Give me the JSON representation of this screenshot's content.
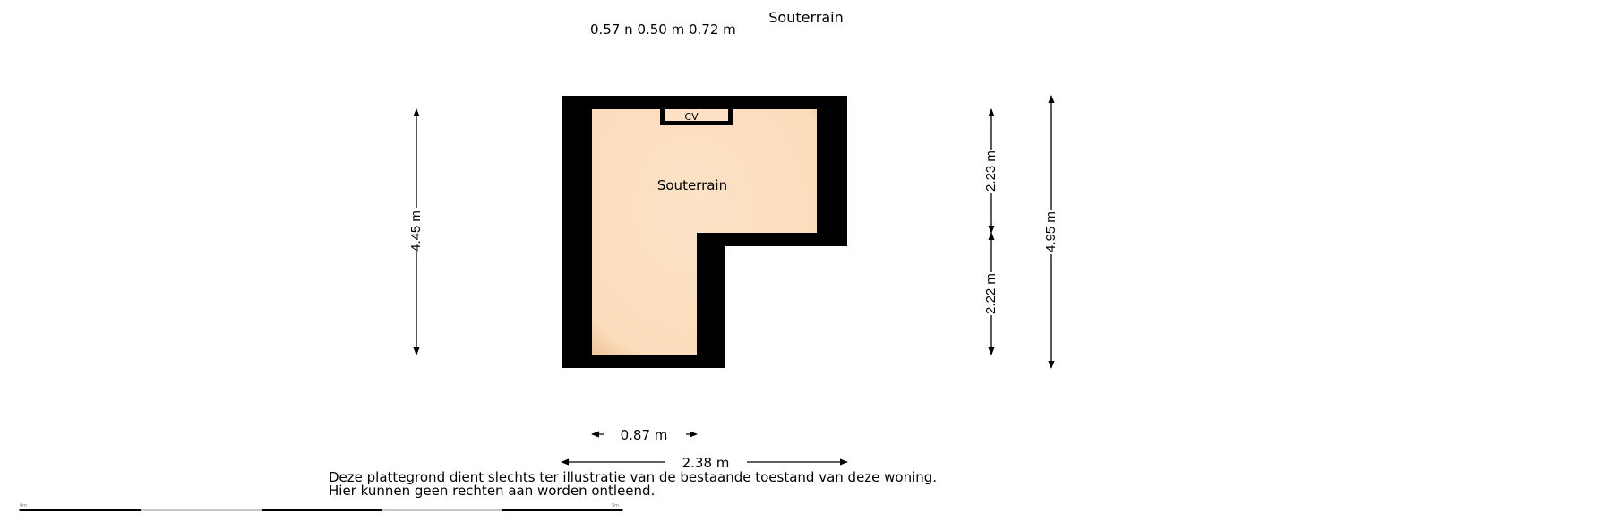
{
  "plan": {
    "title": "Souterrain",
    "subtitle": "0.57 n 0.50 m 0.72 m",
    "room_label": "Souterrain",
    "cv_label": "CV"
  },
  "dimensions": {
    "left_height": "4.45 m",
    "right_upper": "2.23 m",
    "right_lower": "2.22 m",
    "right_total": "4.95 m",
    "bottom_narrow": "0.87 m",
    "bottom_wide": "2.38 m"
  },
  "disclaimer": {
    "line1": "Deze plattegrond dient slechts ter illustratie van de bestaande toestand van deze woning.",
    "line2": "Hier kunnen geen rechten aan worden ontleend."
  },
  "scale_bar": {
    "start_label": "0m",
    "end_label": "5m"
  },
  "colors": {
    "wall": "#000000",
    "floor": "#fde0c2",
    "floor_edge": "#f0c9a0"
  }
}
